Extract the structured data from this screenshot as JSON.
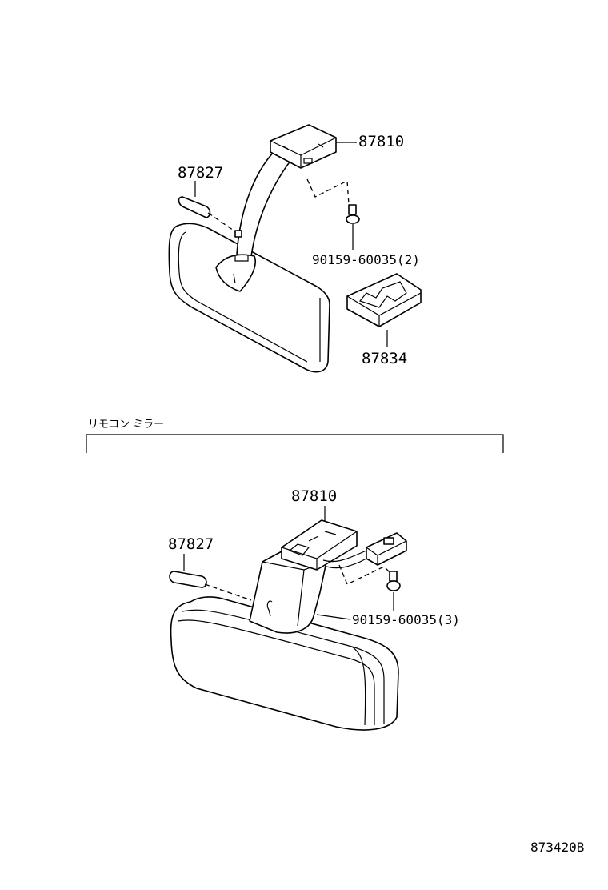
{
  "top_assembly": {
    "labels": {
      "mirror": "87810",
      "cover": "87827",
      "screw": "90159-60035(2)",
      "bracket": "87834"
    }
  },
  "section": {
    "title": "リモコン ミラー"
  },
  "bottom_assembly": {
    "labels": {
      "mirror": "87810",
      "cover": "87827",
      "screw": "90159-60035(3)"
    }
  },
  "figure_code": "873420B"
}
